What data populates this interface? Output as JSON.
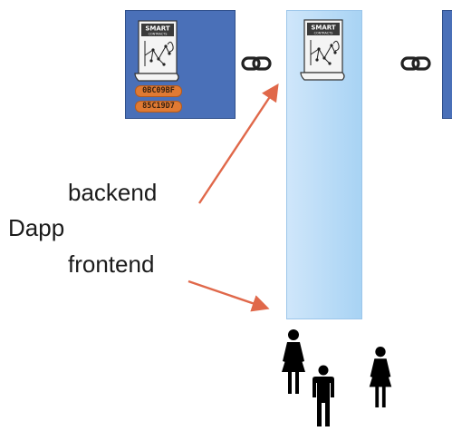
{
  "labels": {
    "backend": "backend",
    "dapp": "Dapp",
    "frontend": "frontend"
  },
  "contract": {
    "title_line1": "SMART",
    "title_line2": "CONTRACTS"
  },
  "hashes": [
    "0BC09BF",
    "85C19D7"
  ],
  "icons": [
    "smart-contract-icon",
    "chain-link-icon",
    "woman-icon",
    "man-icon"
  ],
  "colors": {
    "block_blue": "#4a70b8",
    "column_light_blue": "#b9dcf6",
    "arrow_orange": "#e0684a",
    "hash_orange": "#e07a33"
  }
}
